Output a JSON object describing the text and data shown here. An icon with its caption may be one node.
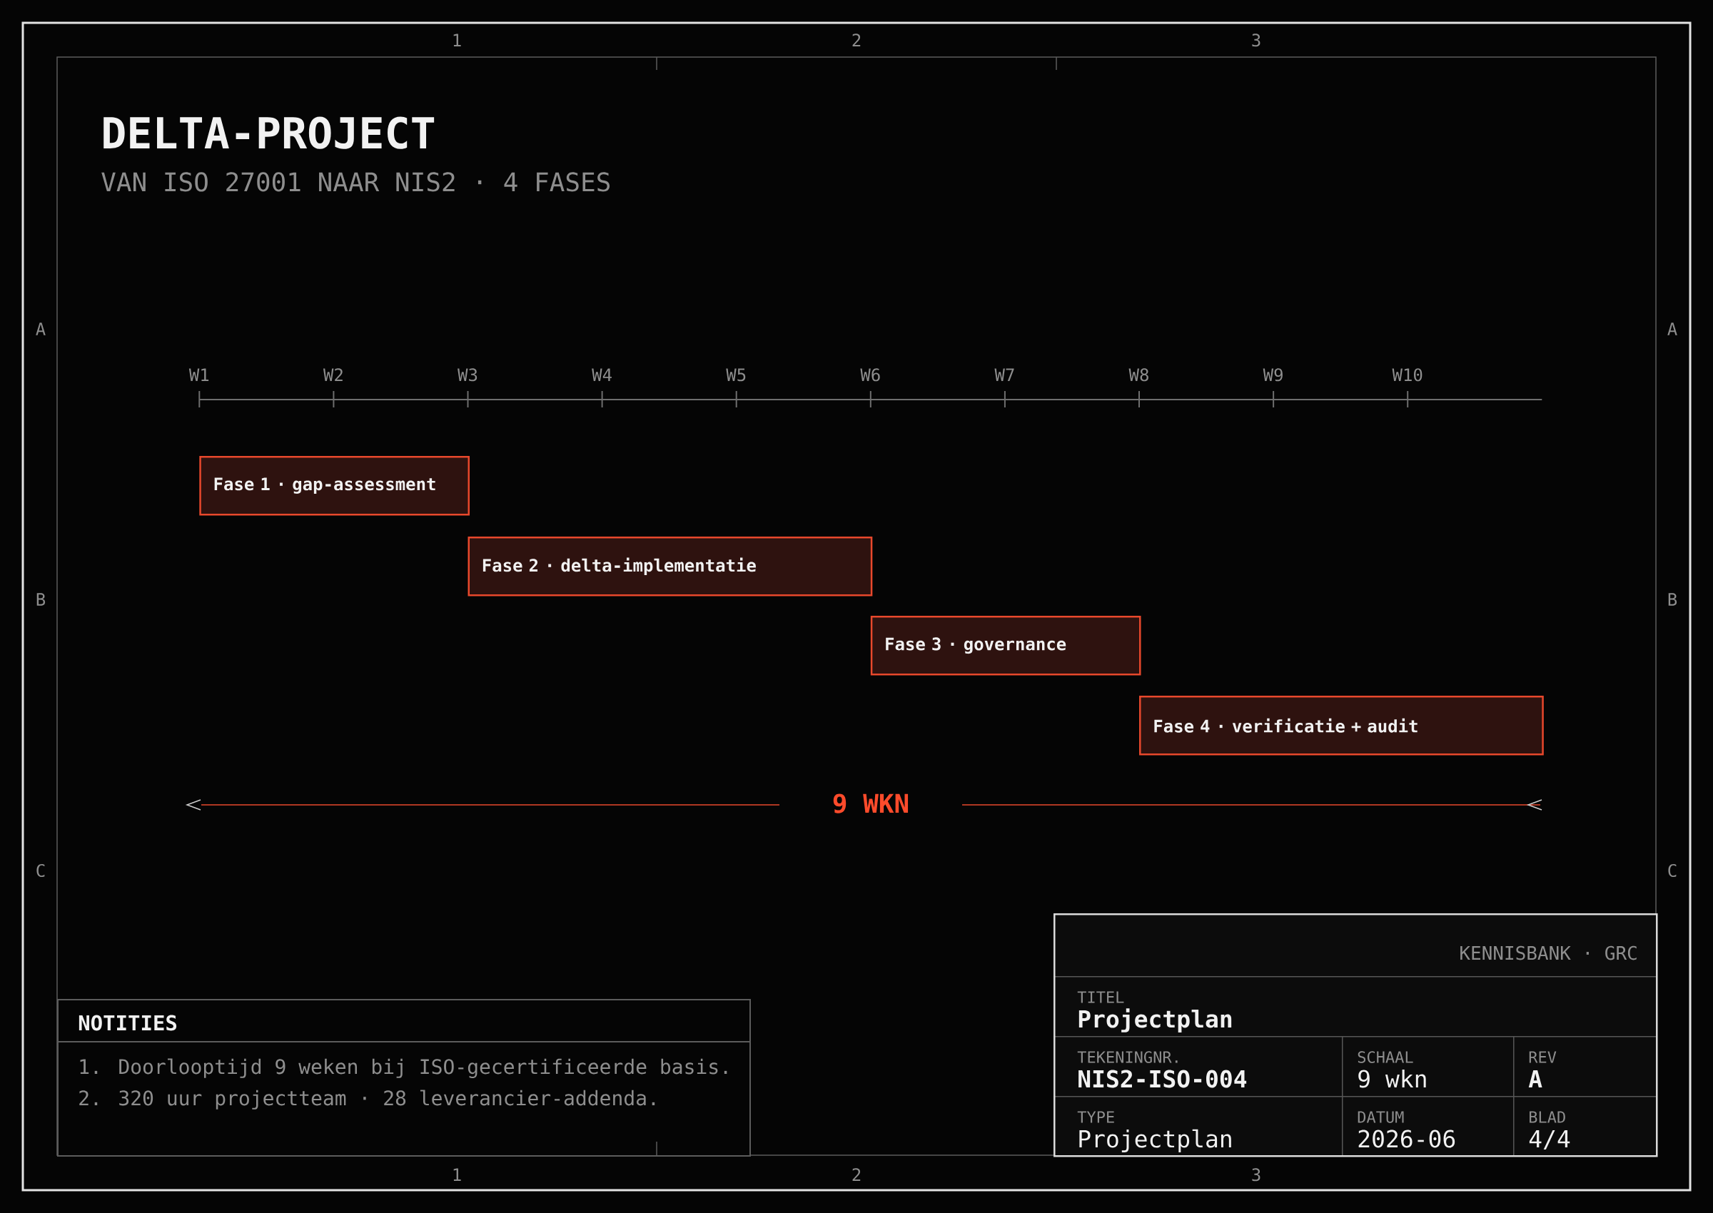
{
  "diagram": {
    "title": "DELTA-PROJECT",
    "nodes": [
      {
        "text": [
          "Fase 1 · gap-assessment"
        ]
      },
      {
        "text": [
          "Fase 2 · delta-implementatie"
        ]
      },
      {
        "text": [
          "Fase 3 · governance"
        ]
      },
      {
        "text": [
          "Fase 4 · verificatie + audit"
        ]
      },
      {
        "text": [
          "NOTITIES",
          "1. Doorlooptijd 9 weken bij ISO-gecertificeerde basis.",
          "2. 320 uur projectteam · 28 leverancier-addenda."
        ]
      },
      {
        "text": [],
        "shape": "box"
      },
      {
        "text": [
          "KENNISBANK · GRC"
        ],
        "in": 5
      },
      {
        "text": [
          "TITEL",
          "Projectplan"
        ],
        "in": 5
      },
      {
        "text": [
          "TEKENINGNR.",
          "NIS2-ISO-004"
        ],
        "in": 5
      },
      {
        "text": [
          "SCHAAL",
          "9 wkn"
        ],
        "in": 5
      },
      {
        "text": [
          "REV",
          "A"
        ],
        "in": 5
      },
      {
        "text": [
          "TYPE",
          "Projectplan"
        ],
        "in": 5
      },
      {
        "text": [
          "DATUM",
          "2026-06"
        ],
        "in": 5
      },
      {
        "text": [
          "BLAD",
          "4/4"
        ],
        "in": 5
      }
    ],
    "labels": [
      "1",
      "2",
      "3",
      "VAN ISO 27001 NAAR NIS2 · 4 FASES",
      "A",
      "A",
      "W1",
      "W2",
      "W3",
      "W4",
      "W5",
      "W6",
      "W7",
      "W8",
      "W9",
      "W10",
      "B",
      "B",
      "9 WKN",
      "C",
      "C",
      "1",
      "2",
      "3"
    ]
  }
}
